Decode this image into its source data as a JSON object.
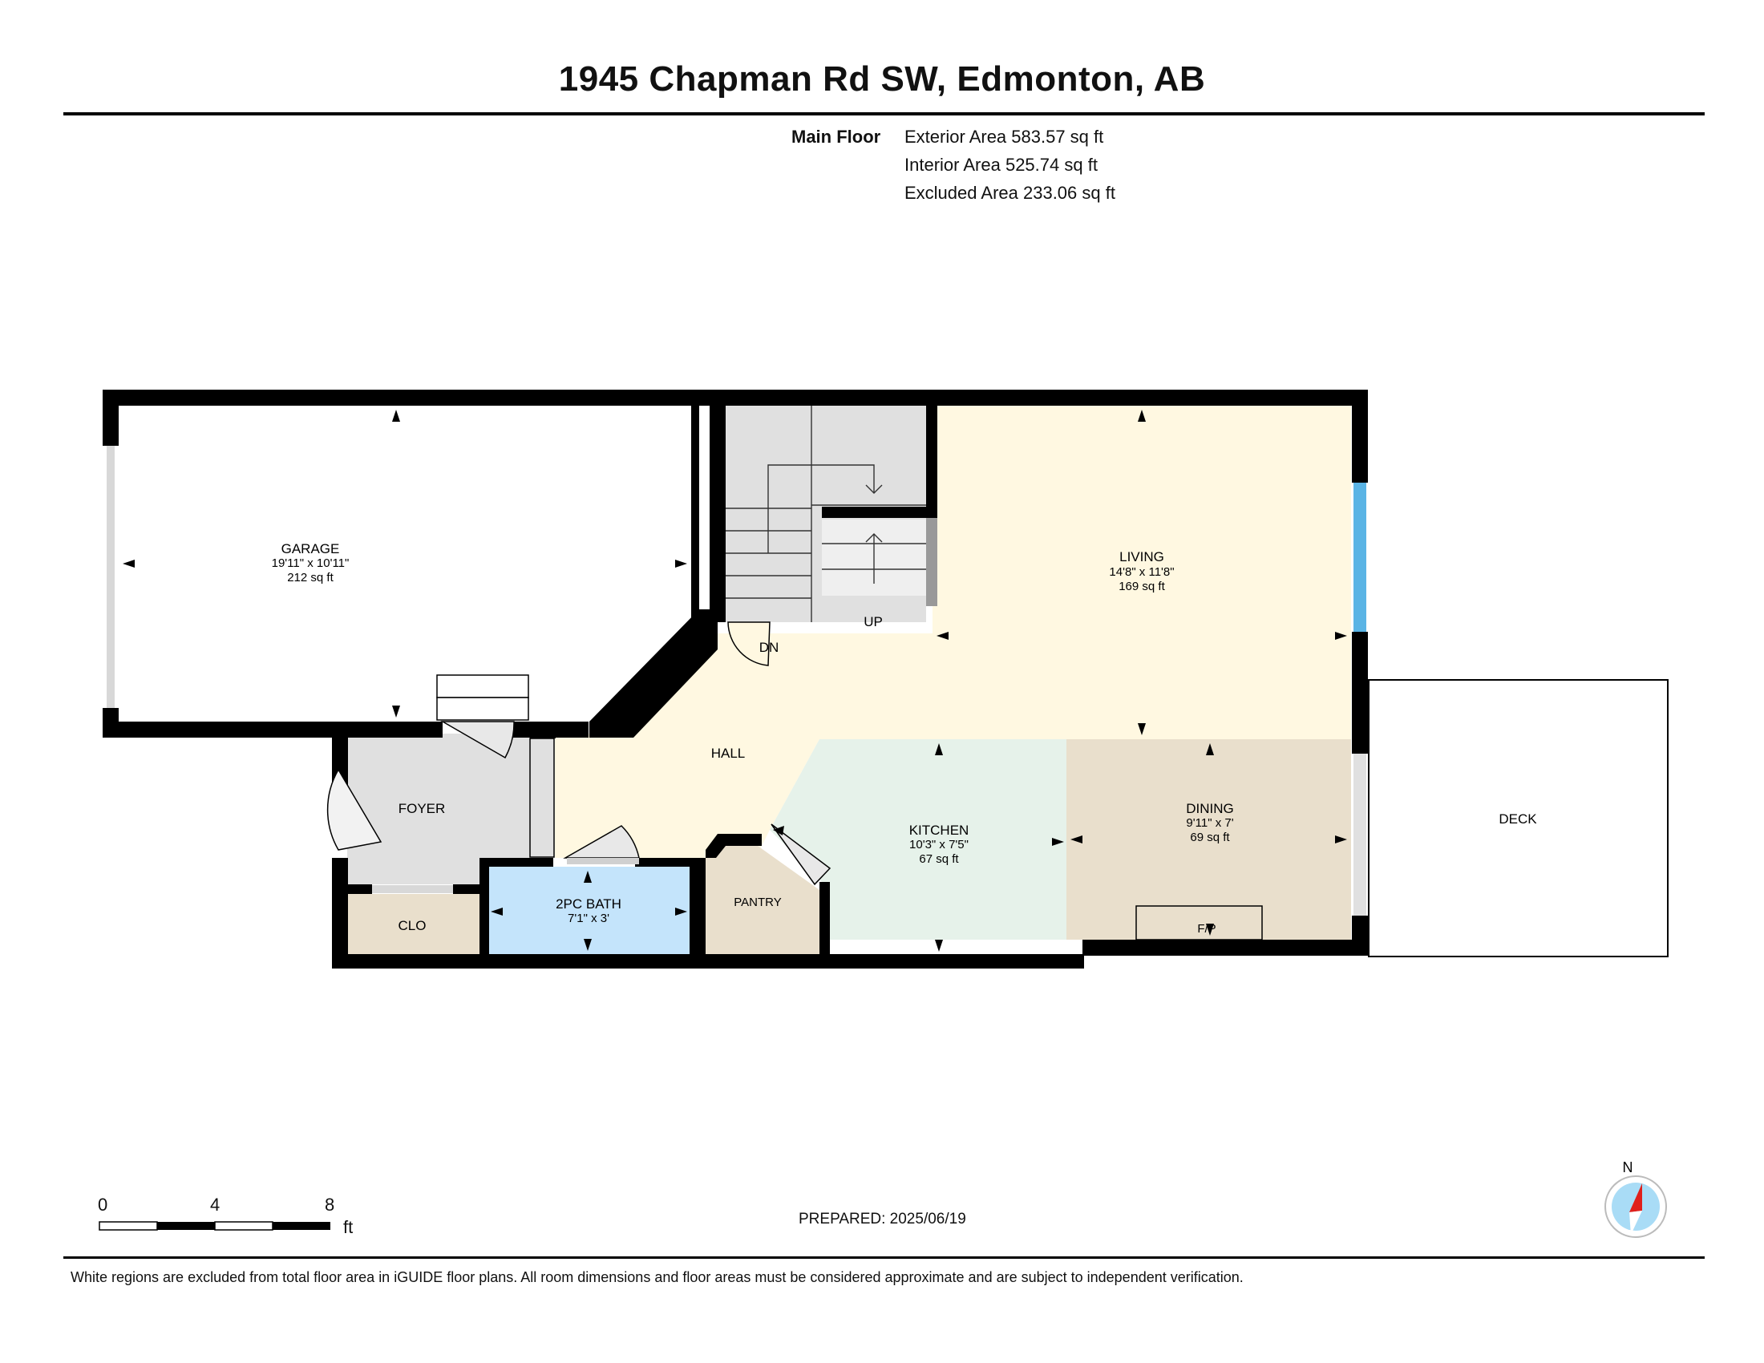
{
  "title": "1945 Chapman Rd SW, Edmonton, AB",
  "floor": {
    "label": "Main Floor",
    "areas": [
      "Exterior Area 583.57 sq ft",
      "Interior Area 525.74 sq ft",
      "Excluded Area 233.06 sq ft"
    ]
  },
  "rooms": {
    "garage": {
      "name": "GARAGE",
      "dims": "19'11\" x 10'11\"",
      "area": "212 sq ft",
      "color": "#ffffff"
    },
    "living": {
      "name": "LIVING",
      "dims": "14'8\" x 11'8\"",
      "area": "169 sq ft",
      "color": "#fff8e1"
    },
    "kitchen": {
      "name": "KITCHEN",
      "dims": "10'3\" x 7'5\"",
      "area": "67 sq ft",
      "color": "#e6f2ea"
    },
    "dining": {
      "name": "DINING",
      "dims": "9'11\" x 7'",
      "area": "69 sq ft",
      "color": "#e9dfcc"
    },
    "bath": {
      "name": "2PC BATH",
      "dims": "7'1\" x 3'",
      "color": "#c4e4fb"
    },
    "foyer": {
      "name": "FOYER",
      "color": "#e0e0e0"
    },
    "hall": {
      "name": "HALL",
      "color": "#fff8e1"
    },
    "clo": {
      "name": "CLO",
      "color": "#e9dfcc"
    },
    "pantry": {
      "name": "PANTRY",
      "color": "#e9dfcc"
    },
    "deck": {
      "name": "DECK",
      "color": "#ffffff"
    },
    "stairs": {
      "up": "UP",
      "down": "DN",
      "color": "#e0e0e0"
    },
    "fireplace": {
      "name": "F/P"
    }
  },
  "scale": {
    "ticks": [
      "0",
      "4",
      "8"
    ],
    "unit": "ft"
  },
  "prepared": "PREPARED: 2025/06/19",
  "compass": {
    "label": "N",
    "needle_color": "#e0201b",
    "dial_color": "#a9dcf6"
  },
  "disclaimer": "White regions are excluded from total floor area in iGUIDE floor plans. All room dimensions and floor areas must be considered approximate and are subject to independent verification.",
  "colors": {
    "wall": "#000000",
    "window": "#5ab4e5"
  }
}
